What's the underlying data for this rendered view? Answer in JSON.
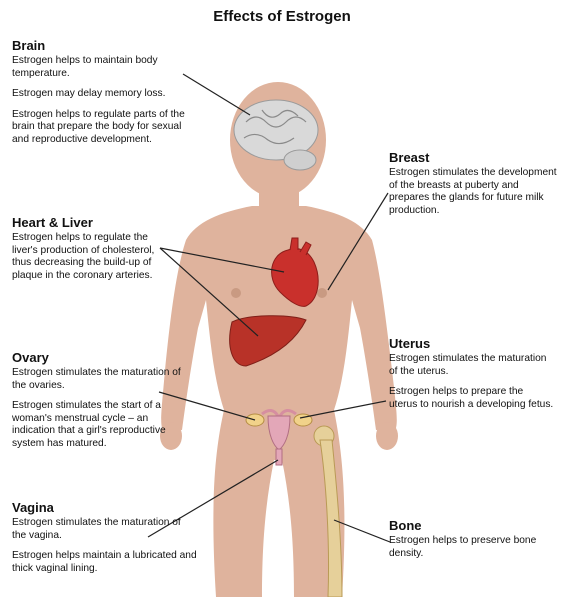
{
  "title": "Effects of Estrogen",
  "brain": {
    "heading": "Brain",
    "p1": "Estrogen helps to maintain body temperature.",
    "p2": "Estrogen may delay memory loss.",
    "p3": "Estrogen helps to regulate parts of the brain that prepare the body for sexual and reproductive development."
  },
  "heart_liver": {
    "heading": "Heart & Liver",
    "p1": "Estrogen helps to regulate the liver's production of cholesterol, thus decreasing the build-up of plaque in the coronary arteries."
  },
  "ovary": {
    "heading": "Ovary",
    "p1": "Estrogen stimulates the maturation of the ovaries.",
    "p2": "Estrogen stimulates the start of a woman's menstrual cycle – an indication that a girl's reproductive system has matured."
  },
  "vagina": {
    "heading": "Vagina",
    "p1": "Estrogen stimulates the maturation of the vagina.",
    "p2": "Estrogen helps maintain a lubricated and thick vaginal lining."
  },
  "breast": {
    "heading": "Breast",
    "p1": "Estrogen stimulates the development of the breasts at puberty and prepares the glands for future milk production."
  },
  "uterus": {
    "heading": "Uterus",
    "p1": "Estrogen stimulates the maturation of the uterus.",
    "p2": "Estrogen helps to prepare the uterus to nourish a developing fetus."
  },
  "bone": {
    "heading": "Bone",
    "p1": "Estrogen helps to preserve bone density."
  },
  "colors": {
    "skin": "#dfb39d",
    "organ_red": "#c9302c",
    "bone": "#e6d09a",
    "brain": "#d9d9d9",
    "leader": "#222222"
  }
}
